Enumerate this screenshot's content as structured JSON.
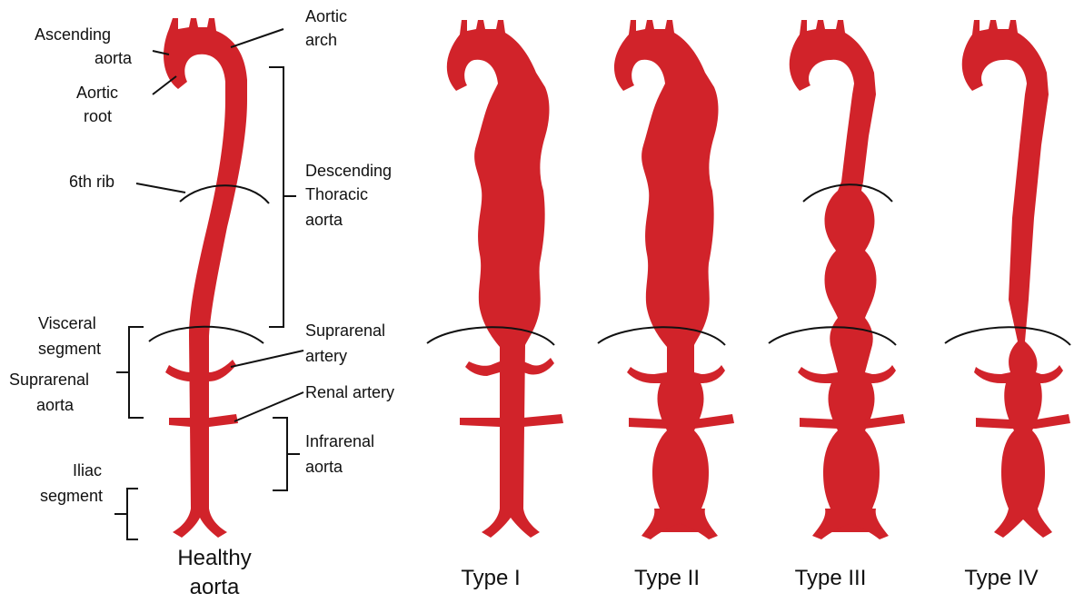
{
  "colors": {
    "aorta": "#d1232a",
    "line": "#111111",
    "background": "#ffffff"
  },
  "labels": {
    "ascending_aorta": [
      "Ascending",
      "aorta"
    ],
    "aortic_arch": [
      "Aortic",
      "arch"
    ],
    "aortic_root": [
      "Aortic",
      "root"
    ],
    "sixth_rib": "6th rib",
    "descending_thoracic_aorta": [
      "Descending",
      "Thoracic",
      "aorta"
    ],
    "visceral_segment": [
      "Visceral",
      "segment"
    ],
    "suprarenal_aorta": [
      "Suprarenal",
      "aorta"
    ],
    "suprarenal_artery": [
      "Suprarenal",
      "artery"
    ],
    "renal_artery": "Renal artery",
    "infrarenal_aorta": [
      "Infrarenal",
      "aorta"
    ],
    "iliac_segment": [
      "Iliac",
      "segment"
    ]
  },
  "captions": {
    "healthy": [
      "Healthy",
      "aorta"
    ],
    "type1": "Type I",
    "type2": "Type II",
    "type3": "Type III",
    "type4": "Type IV"
  }
}
